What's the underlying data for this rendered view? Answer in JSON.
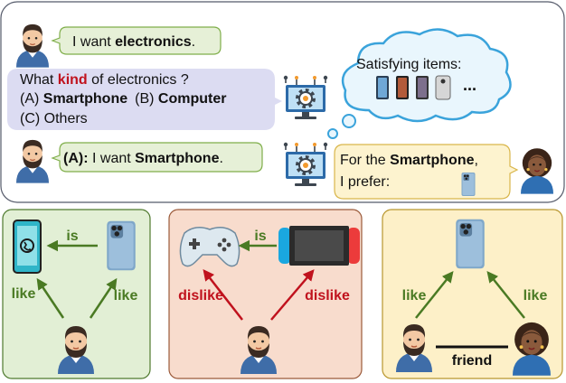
{
  "colors": {
    "user_bubble": "#e6f0d7",
    "user_bubble_border": "#7fae4a",
    "system_bubble": "#dcdcf2",
    "preference_bubble": "#fdf3cf",
    "preference_border": "#d9b64b",
    "panel_green": "#e2efd5",
    "panel_green_border": "#4f7a2f",
    "panel_red": "#f8dccd",
    "panel_red_border": "#9b5a3a",
    "panel_yellow": "#fdf0c8",
    "panel_yellow_border": "#b8962e",
    "green_text": "#4a7a23",
    "red_text": "#c0121d"
  },
  "dialogue": {
    "user_turn_1": {
      "prefix": "I want ",
      "bold": "electronics",
      "suffix": "."
    },
    "system_question": {
      "line1_prefix": "What ",
      "line1_kind": "kind",
      "line1_suffix": " of electronics ?",
      "option_a_prefix": "(A) ",
      "option_a_bold": "Smartphone",
      "option_b_prefix": "(B) ",
      "option_b_bold": "Computer",
      "option_c": "(C) Others"
    },
    "user_turn_2": {
      "prefix_bold": "(A):",
      "middle": " I want ",
      "bold": "Smartphone",
      "suffix": "."
    },
    "thought_title": "Satisfying items:",
    "thought_more": "...",
    "preference_line1_prefix": "For the ",
    "preference_line1_bold": "Smartphone",
    "preference_line1_suffix": ",",
    "preference_line2": "I prefer:"
  },
  "panels": {
    "left": {
      "edge_is": "is",
      "edge_like_left": "like",
      "edge_like_right": "like"
    },
    "middle": {
      "edge_is": "is",
      "edge_dislike_left": "dislike",
      "edge_dislike_right": "dislike"
    },
    "right": {
      "edge_like_left": "like",
      "edge_like_right": "like",
      "edge_friend": "friend"
    }
  },
  "icons": [
    "male-user-avatar-icon",
    "female-user-avatar-icon",
    "computer-gear-icon",
    "smartphone-icon",
    "phone-call-icon",
    "game-controller-icon",
    "game-console-icon",
    "thought-cloud-icon"
  ]
}
